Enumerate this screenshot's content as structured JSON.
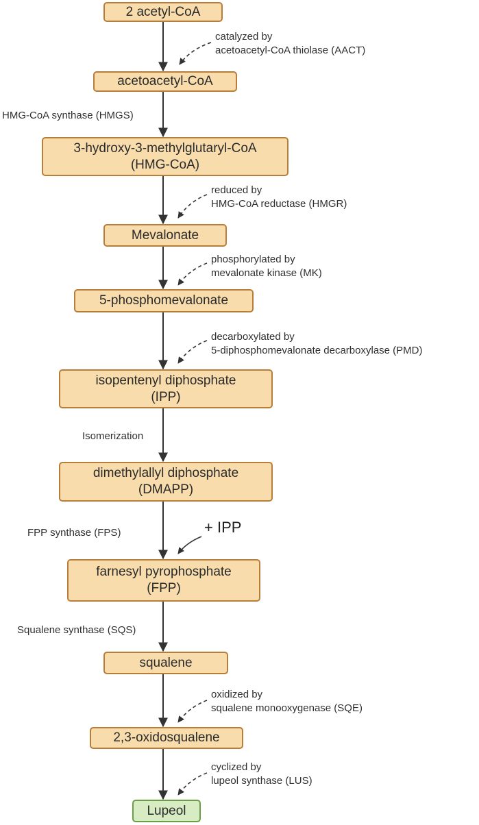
{
  "nodes": [
    {
      "id": "acetyl",
      "lines": [
        "2 acetyl-CoA"
      ]
    },
    {
      "id": "acetoacetyl",
      "lines": [
        "acetoacetyl-CoA"
      ]
    },
    {
      "id": "hmgcoa",
      "lines": [
        "3-hydroxy-3-methylglutaryl-CoA",
        "(HMG-CoA)"
      ]
    },
    {
      "id": "mevalonate",
      "lines": [
        "Mevalonate"
      ]
    },
    {
      "id": "phosphomevalonate",
      "lines": [
        "5-phosphomevalonate"
      ]
    },
    {
      "id": "ipp",
      "lines": [
        "isopentenyl diphosphate",
        "(IPP)"
      ]
    },
    {
      "id": "dmapp",
      "lines": [
        "dimethylallyl diphosphate",
        "(DMAPP)"
      ]
    },
    {
      "id": "fpp",
      "lines": [
        "farnesyl pyrophosphate",
        "(FPP)"
      ]
    },
    {
      "id": "squalene",
      "lines": [
        "squalene"
      ]
    },
    {
      "id": "oxidosqualene",
      "lines": [
        "2,3-oxidosqualene"
      ]
    },
    {
      "id": "lupeol",
      "lines": [
        "Lupeol"
      ]
    }
  ],
  "side_labels": [
    {
      "id": "aact",
      "lines": [
        "catalyzed by",
        "acetoacetyl-CoA thiolase (AACT)"
      ]
    },
    {
      "id": "hmgr",
      "lines": [
        "reduced by",
        "HMG-CoA reductase (HMGR)"
      ]
    },
    {
      "id": "mk",
      "lines": [
        "phosphorylated by",
        "mevalonate kinase (MK)"
      ]
    },
    {
      "id": "pmd",
      "lines": [
        "decarboxylated by",
        "5-diphosphomevalonate decarboxylase (PMD)"
      ]
    },
    {
      "id": "sqe",
      "lines": [
        "oxidized by",
        "squalene monooxygenase (SQE)"
      ]
    },
    {
      "id": "lus",
      "lines": [
        "cyclized by",
        "lupeol synthase (LUS)"
      ]
    }
  ],
  "left_labels": {
    "hmgs": "HMG-CoA synthase (HMGS)",
    "isomerization": "Isomerization",
    "fps": "FPP synthase (FPS)",
    "sqs": "Squalene synthase (SQS)"
  },
  "plus_ipp": "+ IPP",
  "colors": {
    "box_fill": "#f8dcac",
    "box_border": "#b97d3a",
    "final_fill": "#d8ecc4",
    "final_border": "#6a9f45",
    "arrow": "#333333"
  }
}
